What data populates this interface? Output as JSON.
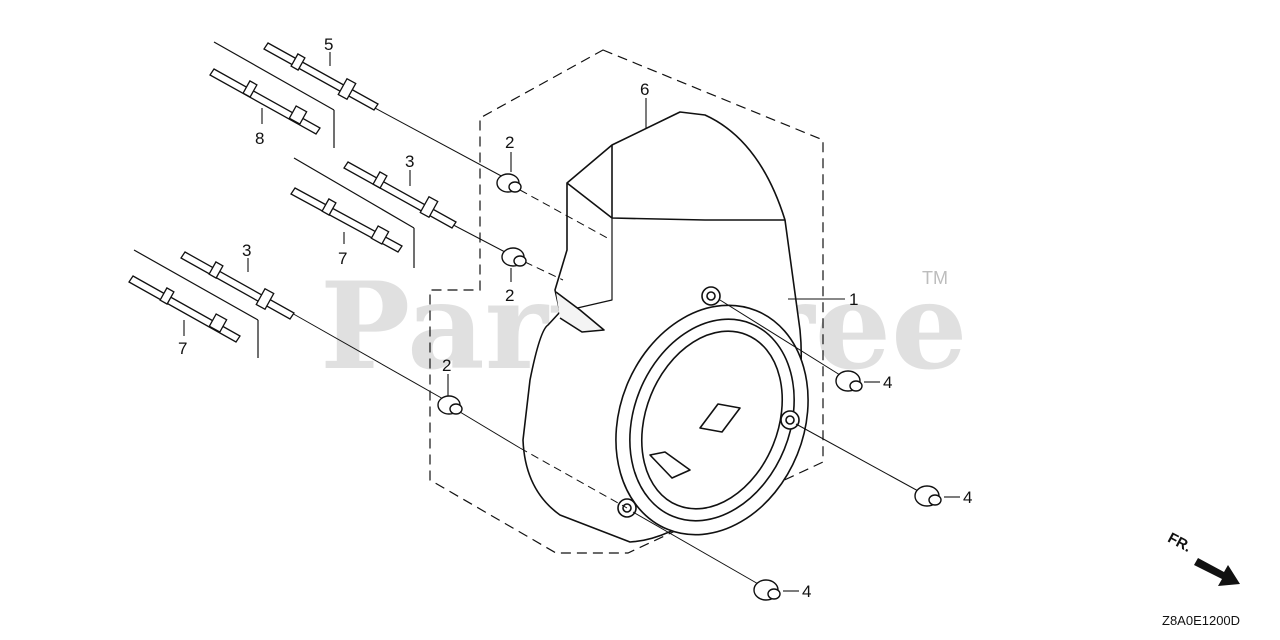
{
  "watermark": {
    "text": "PartsTree",
    "trademark": "TM"
  },
  "diagram_code": "Z8A0E1200D",
  "direction_label": "FR.",
  "callouts": {
    "c1": "1",
    "c2a": "2",
    "c2b": "2",
    "c2c": "2",
    "c3a": "3",
    "c3b": "3",
    "c4a": "4",
    "c4b": "4",
    "c4c": "4",
    "c5": "5",
    "c6": "6",
    "c7a": "7",
    "c7b": "7",
    "c8": "8"
  },
  "colors": {
    "line": "#111111",
    "watermark": "#c8c8c8",
    "background": "#ffffff"
  },
  "icons": {
    "direction": "arrow-right-down-icon"
  }
}
